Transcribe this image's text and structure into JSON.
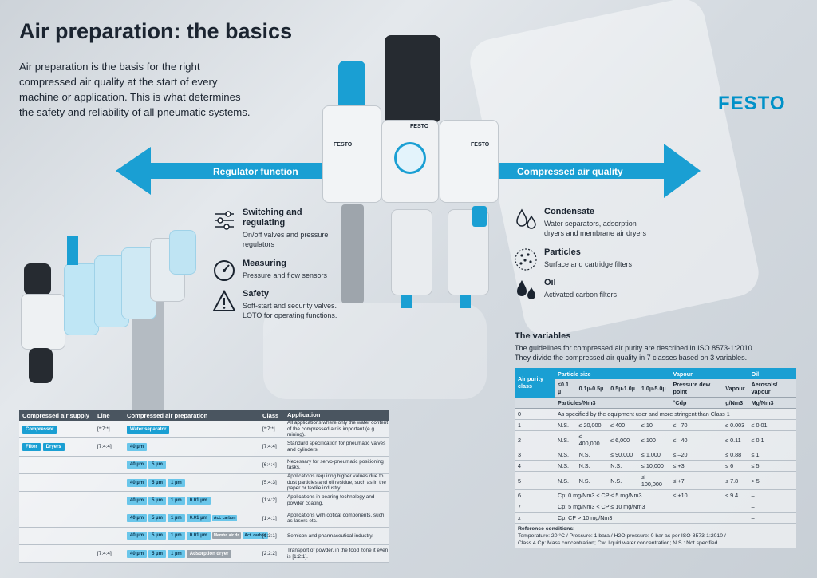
{
  "title": "Air preparation: the basics",
  "intro": "Air preparation is the basis for the right compressed air quality at the start of every machine or application. This is what determines the safety and reliability of all pneumatic systems.",
  "logo": "FESTO",
  "unit_labels": {
    "left": "FESTO",
    "center": "FESTO",
    "right": "FESTO"
  },
  "arrows": {
    "left_label": "Regulator function",
    "right_label": "Compressed air quality"
  },
  "left_features": [
    {
      "title": "Switching and regulating",
      "text": "On/off valves and pressure regulators",
      "icon": "switch-sliders-icon"
    },
    {
      "title": "Measuring",
      "text": "Pressure and flow sensors",
      "icon": "gauge-icon"
    },
    {
      "title": "Safety",
      "text": "Soft-start and security valves. LOTO for operating functions.",
      "icon": "warning-triangle-icon"
    }
  ],
  "right_features": [
    {
      "title": "Condensate",
      "text": "Water separators, adsorption dryers and membrane air dryers",
      "icon": "water-drops-icon"
    },
    {
      "title": "Particles",
      "text": "Surface and cartridge filters",
      "icon": "particles-icon"
    },
    {
      "title": "Oil",
      "text": "Activated carbon filters",
      "icon": "oil-drops-icon"
    }
  ],
  "variables": {
    "title": "The variables",
    "text1": "The guidelines for compressed air purity are described in ISO 8573-1:2010.",
    "text2": "They divide the compressed air quality in 7 classes based on 3 variables."
  },
  "quality_table": {
    "h_class": "Air purity class",
    "h_particle": "Particle size",
    "h_vapour": "Vapour",
    "h_oil": "Oil",
    "sub": [
      "≤0.1 µ",
      "0.1µ-0.5µ",
      "0.5µ-1.0µ",
      "1.0µ-5.0µ",
      "Pressure dew point",
      "Vapour",
      "Aerosols/ vapour"
    ],
    "units": [
      "Particles/Nm3",
      "°Cdp",
      "g/Nm3",
      "Mg/Nm3"
    ],
    "class0": {
      "cls": "0",
      "text": "As specified by the equipment user and more stringent than Class 1"
    },
    "rows": [
      {
        "cls": "1",
        "v": [
          "N.S.",
          "≤ 20,000",
          "≤ 400",
          "≤ 10",
          "≤ –70",
          "≤ 0.003",
          "≤ 0.01"
        ]
      },
      {
        "cls": "2",
        "v": [
          "N.S.",
          "≤ 400,000",
          "≤ 6,000",
          "≤ 100",
          "≤ –40",
          "≤ 0.11",
          "≤ 0.1"
        ]
      },
      {
        "cls": "3",
        "v": [
          "N.S.",
          "N.S.",
          "≤ 90,000",
          "≤ 1,000",
          "≤ –20",
          "≤ 0.88",
          "≤ 1"
        ]
      },
      {
        "cls": "4",
        "v": [
          "N.S.",
          "N.S.",
          "N.S.",
          "≤ 10,000",
          "≤ +3",
          "≤ 6",
          "≤ 5"
        ]
      },
      {
        "cls": "5",
        "v": [
          "N.S.",
          "N.S.",
          "N.S.",
          "≤ 100,000",
          "≤ +7",
          "≤ 7.8",
          "> 5"
        ]
      }
    ],
    "rows_cp": [
      {
        "cls": "6",
        "cp": "Cp: 0 mg/Nm3 < CP ≤ 5 mg/Nm3",
        "dp": "≤ +10",
        "vap": "≤ 9.4",
        "oil": "–"
      },
      {
        "cls": "7",
        "cp": "Cp: 5 mg/Nm3 < CP ≤ 10 mg/Nm3",
        "dp": "",
        "vap": "",
        "oil": "–"
      },
      {
        "cls": "x",
        "cp": "Cp: CP > 10 mg/Nm3",
        "dp": "",
        "vap": "",
        "oil": "–"
      }
    ],
    "ref_title": "Reference conditions:",
    "ref1": "Temperature: 20 °C / Pressure: 1 bara / H2O pressure: 0 bar as per ISO-8573-1:2010 /",
    "ref2": "Class 4 Cp: Mass concentration; Cw: liquid water concentration; N.S.: Not specified."
  },
  "prep_table": {
    "headers": [
      "Compressed air supply",
      "Line",
      "Compressed air preparation",
      "Class",
      "Application"
    ],
    "rows": [
      {
        "supply": [
          "Compressor"
        ],
        "line": "[*:7:*]",
        "chips": [
          "Water separator"
        ],
        "cls": "[*:7:*]",
        "app": "All applications where only the water content of the compressed air is important (e.g. mining)."
      },
      {
        "supply": [
          "Filter",
          "Dryers"
        ],
        "line": "[7:4:4]",
        "chips": [
          "40 µm"
        ],
        "cls": "[7:4:4]",
        "app": "Standard specification for pneumatic valves and cylinders."
      },
      {
        "supply": [],
        "line": "",
        "chips": [
          "40 µm",
          "5 µm"
        ],
        "cls": "[6:4:4]",
        "app": "Necessary for servo-pneumatic positioning tasks."
      },
      {
        "supply": [],
        "line": "",
        "chips": [
          "40 µm",
          "5 µm",
          "1 µm"
        ],
        "cls": "[5:4:3]",
        "app": "Applications requiring higher values due to dust particles and oil residue, such as in the paper or textile industry."
      },
      {
        "supply": [],
        "line": "",
        "chips": [
          "40 µm",
          "5 µm",
          "1 µm",
          "0.01 µm"
        ],
        "cls": "[1:4:2]",
        "app": "Applications in bearing technology and powder coating."
      },
      {
        "supply": [],
        "line": "",
        "chips": [
          "40 µm",
          "5 µm",
          "1 µm",
          "0.01 µm",
          "Act. carbon"
        ],
        "cls": "[1:4:1]",
        "app": "Applications with optical components, such as lasers etc."
      },
      {
        "supply": [],
        "line": "",
        "chips": [
          "40 µm",
          "5 µm",
          "1 µm",
          "0.01 µm",
          "Membr. air dr.",
          "Act. carbon"
        ],
        "cls": "[1:3:1]",
        "app": "Semicon and pharmaceutical industry."
      },
      {
        "supply": [],
        "line": "[7:4:4]",
        "chips": [
          "40 µm",
          "5 µm",
          "1 µm",
          "Adsorption dryer"
        ],
        "cls": "[2:2:2]",
        "app": "Transport of powder, in the food zone it even is [1:2:1]."
      }
    ]
  },
  "colors": {
    "accent": "#1a9fd3",
    "dark": "#1b2430",
    "header": "#4a5560"
  }
}
